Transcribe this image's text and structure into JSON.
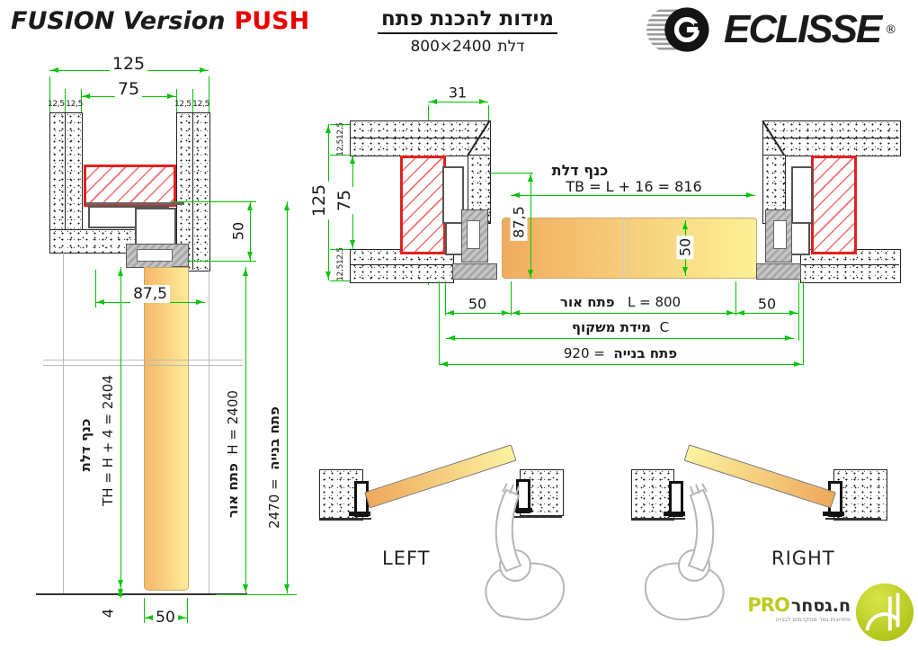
{
  "header": {
    "title": "FUSION Version",
    "title_variant": "PUSH",
    "heading_he": "מידות להכנת פתח",
    "door_size_value": "800×2400",
    "door_size_label": "דלת",
    "brand": "ECLISSE",
    "brand_reg": "®"
  },
  "vertical_section": {
    "dim_total_width": "125",
    "dim_inner_width": "75",
    "wall_layers": [
      "12,5",
      "12,5",
      "12,5",
      "12,5"
    ],
    "dim_header_height": "50",
    "dim_frame_depth": "87,5",
    "leaf_label_he": "כנף דלת",
    "leaf_height_formula": "TH = H + 4 = 2404",
    "clear_opening_label_he": "פתח אור",
    "clear_opening_formula": "H = 2400",
    "construction_opening_label_he": "פתח בנייה",
    "construction_opening_value": "= 2470",
    "dim_floor_gap": "4",
    "dim_door_thickness": "50"
  },
  "plan_section": {
    "dim_pocket_mouth": "31",
    "dim_total_width": "125",
    "dim_inner_width": "75",
    "wall_layers": [
      "12,5",
      "12,5",
      "12,5",
      "12,5"
    ],
    "leaf_label_he": "כנף דלת",
    "leaf_width_formula": "TB = L + 16 = 816",
    "dim_frame_depth": "87,5",
    "dim_door_thickness": "50",
    "dim_jamb_left": "50",
    "dim_jamb_right": "50",
    "clear_opening_label_he": "פתח אור",
    "clear_opening_formula": "L = 800",
    "frame_size_label_he": "מידת משקוף",
    "frame_size_value": "C",
    "construction_opening_label_he": "פתח בנייה",
    "construction_opening_value": "= 920"
  },
  "swing_diagrams": {
    "left_label": "LEFT",
    "right_label": "RIGHT"
  },
  "footer_logo": {
    "pro": "PRO",
    "company_he": "ח.גסחר",
    "tagline_he": "פתרונות גמר מתקדמים לבנייה"
  },
  "colors": {
    "dimension_green": "#00c400",
    "accent_red": "#e52020",
    "door_orange": "#f0ac60",
    "door_yellow": "#fdf096",
    "brand_black": "#141414",
    "pro_green": "#bccb20"
  }
}
